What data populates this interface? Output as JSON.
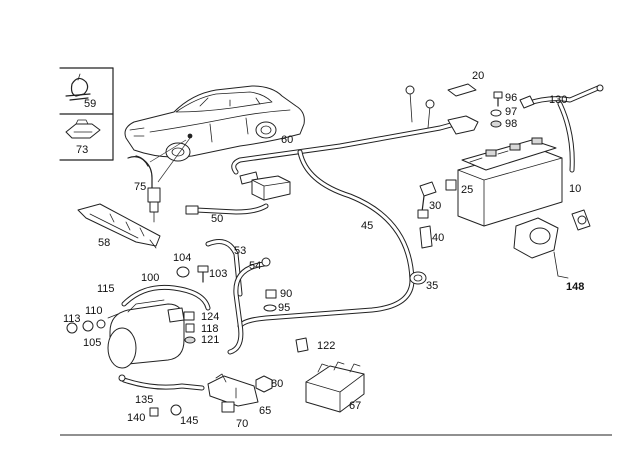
{
  "diagram": {
    "part_numbers": [
      {
        "id": "p20",
        "text": "20"
      },
      {
        "id": "p96",
        "text": "96"
      },
      {
        "id": "p130",
        "text": "130"
      },
      {
        "id": "p97",
        "text": "97"
      },
      {
        "id": "p98",
        "text": "98"
      },
      {
        "id": "p59",
        "text": "59"
      },
      {
        "id": "p73",
        "text": "73"
      },
      {
        "id": "p60",
        "text": "60"
      },
      {
        "id": "p75",
        "text": "75"
      },
      {
        "id": "p10",
        "text": "10"
      },
      {
        "id": "p30",
        "text": "30"
      },
      {
        "id": "p25",
        "text": "25"
      },
      {
        "id": "p50",
        "text": "50"
      },
      {
        "id": "p45",
        "text": "45"
      },
      {
        "id": "p40",
        "text": "40"
      },
      {
        "id": "p58",
        "text": "58"
      },
      {
        "id": "p53",
        "text": "53"
      },
      {
        "id": "p104",
        "text": "104"
      },
      {
        "id": "p54",
        "text": "54"
      },
      {
        "id": "p100",
        "text": "100"
      },
      {
        "id": "p103",
        "text": "103"
      },
      {
        "id": "p35",
        "text": "35"
      },
      {
        "id": "p148",
        "text": "148"
      },
      {
        "id": "p115",
        "text": "115"
      },
      {
        "id": "p90",
        "text": "90"
      },
      {
        "id": "p95",
        "text": "95"
      },
      {
        "id": "p110",
        "text": "110"
      },
      {
        "id": "p113",
        "text": "113"
      },
      {
        "id": "p124",
        "text": "124"
      },
      {
        "id": "p118",
        "text": "118"
      },
      {
        "id": "p121",
        "text": "121"
      },
      {
        "id": "p105",
        "text": "105"
      },
      {
        "id": "p122",
        "text": "122"
      },
      {
        "id": "p80",
        "text": "80"
      },
      {
        "id": "p135",
        "text": "135"
      },
      {
        "id": "p67",
        "text": "67"
      },
      {
        "id": "p65",
        "text": "65"
      },
      {
        "id": "p140",
        "text": "140"
      },
      {
        "id": "p145",
        "text": "145"
      },
      {
        "id": "p70",
        "text": "70"
      }
    ]
  }
}
